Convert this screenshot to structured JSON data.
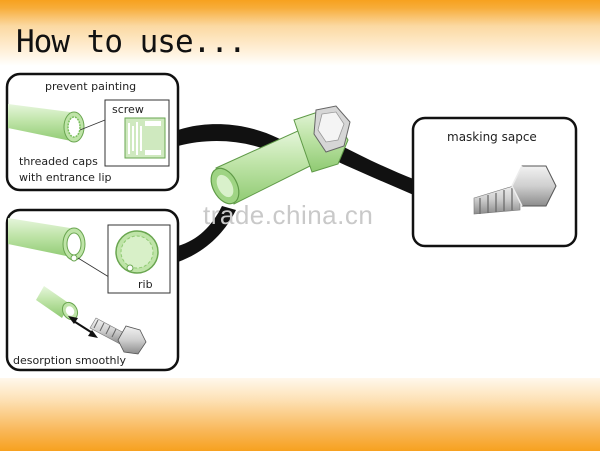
{
  "header": {
    "title": "How to use..."
  },
  "panel_top_left": {
    "label_top": "prevent painting",
    "label_screw": "screw",
    "label_caps_line1": "threaded caps",
    "label_caps_line2": "with entrance lip"
  },
  "panel_bottom_left": {
    "label_rib": "rib",
    "label_bottom": "desorption smoothly"
  },
  "panel_right": {
    "label": "masking sapce"
  },
  "watermark": "trade.china.cn",
  "colors": {
    "banner_orange": "#f7a11f",
    "cap_green": "#c9e9b7",
    "cap_green_dark": "#8fca72",
    "frame": "#111111"
  }
}
